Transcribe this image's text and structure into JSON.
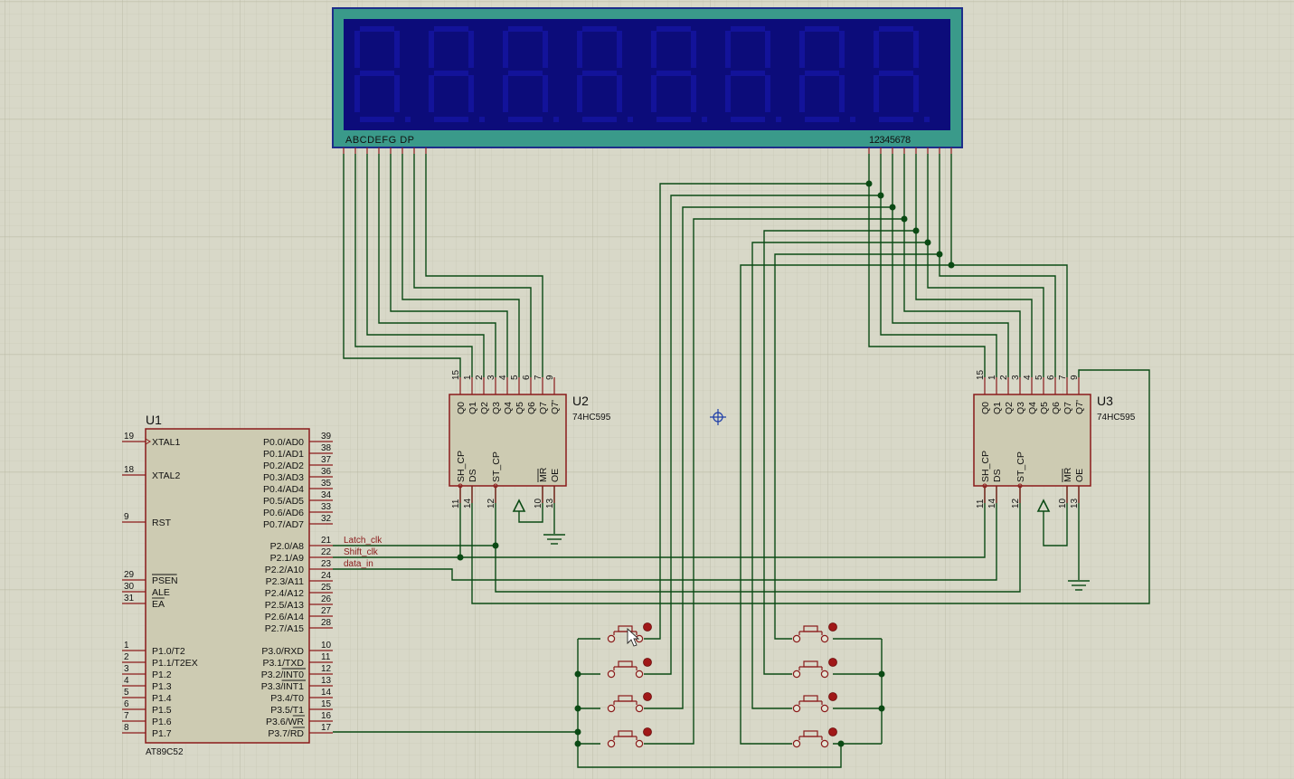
{
  "display": {
    "segment_labels": "ABCDEFG  DP",
    "digit_labels": "12345678",
    "colors": {
      "frame": "#3a9a8a",
      "screen": "#0c0c7a",
      "segment": "#13139a"
    }
  },
  "u1": {
    "ref": "U1",
    "part": "AT89C52",
    "left_pins": [
      {
        "num": "19",
        "name": "XTAL1"
      },
      {
        "num": "18",
        "name": "XTAL2"
      },
      {
        "num": "9",
        "name": "RST"
      },
      {
        "num": "29",
        "name": "PSEN"
      },
      {
        "num": "30",
        "name": "ALE"
      },
      {
        "num": "31",
        "name": "EA"
      },
      {
        "num": "1",
        "name": "P1.0/T2"
      },
      {
        "num": "2",
        "name": "P1.1/T2EX"
      },
      {
        "num": "3",
        "name": "P1.2"
      },
      {
        "num": "4",
        "name": "P1.3"
      },
      {
        "num": "5",
        "name": "P1.4"
      },
      {
        "num": "6",
        "name": "P1.5"
      },
      {
        "num": "7",
        "name": "P1.6"
      },
      {
        "num": "8",
        "name": "P1.7"
      }
    ],
    "right_pins": [
      {
        "num": "39",
        "name": "P0.0/AD0"
      },
      {
        "num": "38",
        "name": "P0.1/AD1"
      },
      {
        "num": "37",
        "name": "P0.2/AD2"
      },
      {
        "num": "36",
        "name": "P0.3/AD3"
      },
      {
        "num": "35",
        "name": "P0.4/AD4"
      },
      {
        "num": "34",
        "name": "P0.5/AD5"
      },
      {
        "num": "33",
        "name": "P0.6/AD6"
      },
      {
        "num": "32",
        "name": "P0.7/AD7"
      },
      {
        "num": "21",
        "name": "P2.0/A8"
      },
      {
        "num": "22",
        "name": "P2.1/A9"
      },
      {
        "num": "23",
        "name": "P2.2/A10"
      },
      {
        "num": "24",
        "name": "P2.3/A11"
      },
      {
        "num": "25",
        "name": "P2.4/A12"
      },
      {
        "num": "26",
        "name": "P2.5/A13"
      },
      {
        "num": "27",
        "name": "P2.6/A14"
      },
      {
        "num": "28",
        "name": "P2.7/A15"
      },
      {
        "num": "10",
        "name": "P3.0/RXD"
      },
      {
        "num": "11",
        "name": "P3.1/TXD"
      },
      {
        "num": "12",
        "name": "P3.2/INT0"
      },
      {
        "num": "13",
        "name": "P3.3/INT1"
      },
      {
        "num": "14",
        "name": "P3.4/T0"
      },
      {
        "num": "15",
        "name": "P3.5/T1"
      },
      {
        "num": "16",
        "name": "P3.6/WR"
      },
      {
        "num": "17",
        "name": "P3.7/RD"
      }
    ]
  },
  "shift_registers": [
    {
      "ref": "U2",
      "part": "74HC595"
    },
    {
      "ref": "U3",
      "part": "74HC595"
    }
  ],
  "sr_top_pins": [
    {
      "num": "15",
      "name": "Q0"
    },
    {
      "num": "1",
      "name": "Q1"
    },
    {
      "num": "2",
      "name": "Q2"
    },
    {
      "num": "3",
      "name": "Q3"
    },
    {
      "num": "4",
      "name": "Q4"
    },
    {
      "num": "5",
      "name": "Q5"
    },
    {
      "num": "6",
      "name": "Q6"
    },
    {
      "num": "7",
      "name": "Q7"
    },
    {
      "num": "9",
      "name": "Q7'"
    }
  ],
  "sr_bottom_pins": [
    {
      "num": "11",
      "name": "SH_CP"
    },
    {
      "num": "14",
      "name": "DS"
    },
    {
      "num": "12",
      "name": "ST_CP"
    },
    {
      "num": "10",
      "name": "MR"
    },
    {
      "num": "13",
      "name": "OE"
    }
  ],
  "nets": {
    "latch": "Latch_clk",
    "shift": "Shift_clk",
    "data": "data_in"
  }
}
